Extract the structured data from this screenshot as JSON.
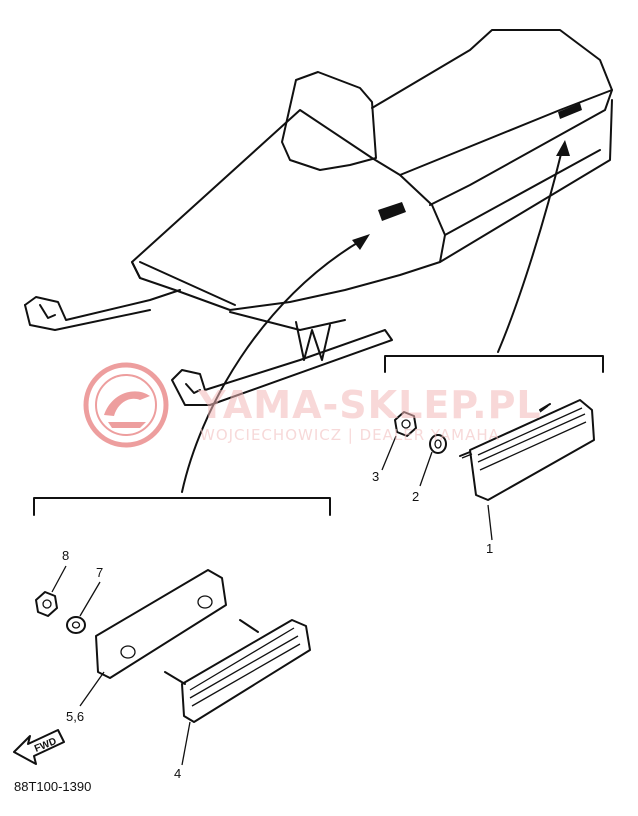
{
  "diagram": {
    "code": "88T100-1390",
    "forward_label": "FWD",
    "callouts": [
      {
        "id": "c1",
        "text": "1"
      },
      {
        "id": "c2",
        "text": "2"
      },
      {
        "id": "c3",
        "text": "3"
      },
      {
        "id": "c4",
        "text": "4"
      },
      {
        "id": "c56",
        "text": "5,6"
      },
      {
        "id": "c7",
        "text": "7"
      },
      {
        "id": "c8",
        "text": "8"
      }
    ]
  },
  "watermark": {
    "title": "YAMA-SKLEP.PL",
    "subtitle": "WOJCIECHOWICZ | DEALER YAMAHA",
    "color": "#e05050"
  }
}
